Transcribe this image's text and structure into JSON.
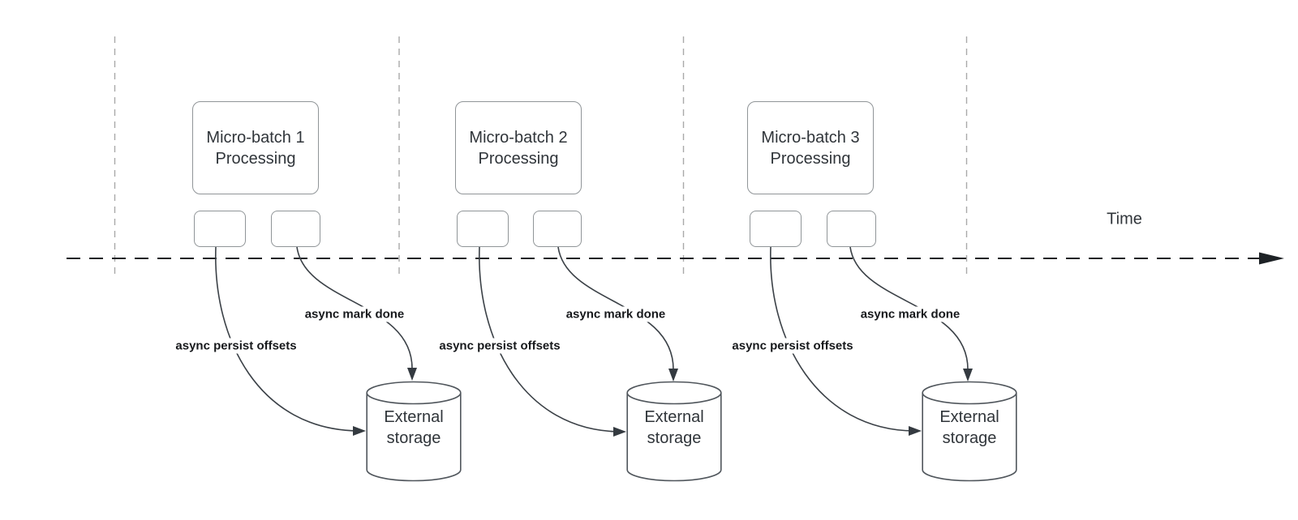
{
  "diagram": {
    "time_axis_label": "Time",
    "groups": [
      {
        "title": "Micro-batch 1\nProcessing",
        "persist_label": "async persist offsets",
        "done_label": "async mark done",
        "storage_label": "External\nstorage"
      },
      {
        "title": "Micro-batch 2\nProcessing",
        "persist_label": "async persist offsets",
        "done_label": "async mark done",
        "storage_label": "External\nstorage"
      },
      {
        "title": "Micro-batch 3\nProcessing",
        "persist_label": "async persist offsets",
        "done_label": "async mark done",
        "storage_label": "External\nstorage"
      }
    ],
    "icons": {
      "time_axis_arrow": "right-arrowhead",
      "connector_arrow": "filled-triangle-arrowhead"
    },
    "colors": {
      "background": "#ffffff",
      "box_border": "#909598",
      "cylinder_border": "#50565c",
      "connector": "#3b4147",
      "time_axis": "#1e2226",
      "gridline": "#a9a9a9",
      "text": "#30353a",
      "edge_label_text": "#17191c"
    }
  }
}
